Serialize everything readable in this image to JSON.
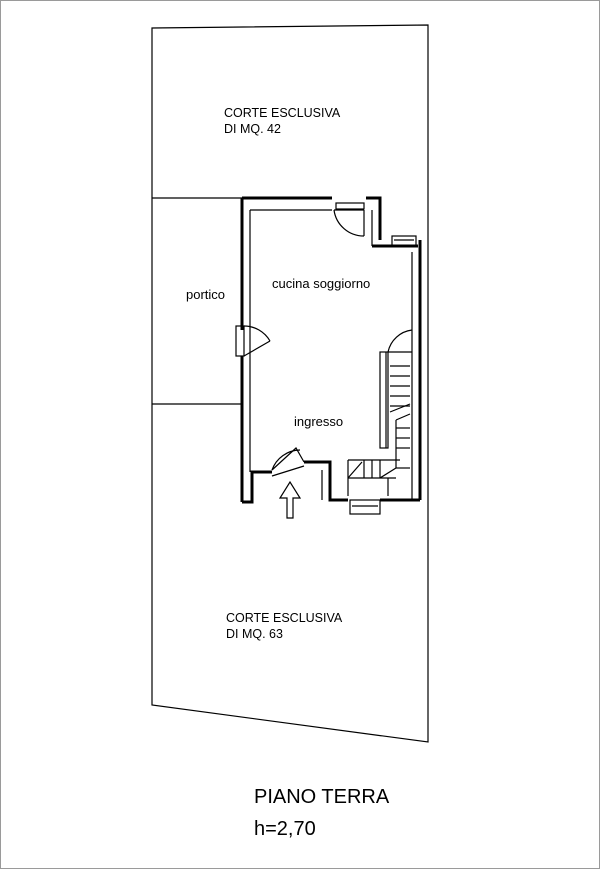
{
  "plan": {
    "court_north": {
      "line1": "CORTE ESCLUSIVA",
      "line2": "DI MQ. 42"
    },
    "court_south": {
      "line1": "CORTE ESCLUSIVA",
      "line2": "DI MQ. 63"
    },
    "rooms": {
      "portico": "portico",
      "kitchen_living": "cucina soggiorno",
      "entrance": "ingresso"
    },
    "floor_name": "PIANO TERRA",
    "ceiling_height": "h=2,70"
  }
}
